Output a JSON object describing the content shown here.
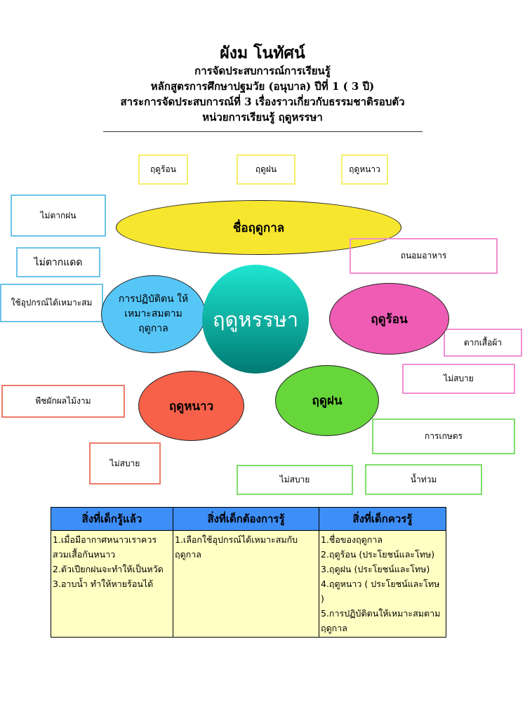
{
  "header": {
    "title": "ผังม โนทัศน์",
    "line1": "การจัดประสบการณ์การเรียนรู้",
    "line2": "หลักสูตรการศึกษาปฐมวัย  (อนุบาล) ปีที่ 1   ( 3 ปี)",
    "line3": "สาระการจัดประสบการณ์ที่ 3 เรื่องราวเกี่ยวกับธรรมชาติรอบตัว",
    "line4": "หน่วยการเรียนรู้ ฤดูหรรษา"
  },
  "center": "ฤดูหรรษา",
  "names": {
    "label": "ชื่อฤดูกาล",
    "items": [
      "ฤดูร้อน",
      "ฤดูฝน",
      "ฤดูหนาว"
    ]
  },
  "practice": {
    "label": "การปฏิบัติตน ให้เหมาะสมตาม ฤดูกาล",
    "items": [
      "ไม่ตากฝน",
      "ไม่ตากแดด",
      "ใช้อุปกรณ์ได้เหมาะสม"
    ]
  },
  "summer": {
    "label": "ฤดูร้อน",
    "items": [
      "ถนอมอาหาร",
      "ตากเสื้อผ้า",
      "ไม่สบาย"
    ]
  },
  "winter": {
    "label": "ฤดูหนาว",
    "items": [
      "พืชผักผลไม้งาม",
      "ไม่สบาย"
    ]
  },
  "rainy": {
    "label": "ฤดูฝน",
    "items": [
      "การเกษตร",
      "ไม่สบาย",
      "น้ำท่วม"
    ]
  },
  "colors": {
    "names": "#f7e62e",
    "practice": "#56c6f7",
    "summer": "#ee5cb4",
    "winter": "#f7614a",
    "rainy": "#66d63a",
    "center_top": "#1ee6d0",
    "center_bottom": "#007a72",
    "table_header": "#3e8ef7",
    "table_body": "#ffffc4"
  },
  "table": {
    "headers": [
      "สิ่งที่เด็กรู้แล้ว",
      "สิ่งที่เด็กต้องการรู้",
      "สิ่งที่เด็กควรรู้"
    ],
    "col1": [
      "1.เมื่อมีอากาศหนาวเราควรสวมเสื้อกันหนาว",
      "2.ตัวเปียกฝนจะทำให้เป็นหวัด",
      "3.อาบน้ำ ทำให้หายร้อนได้"
    ],
    "col2": [
      "1.เลือกใช้อุปกรณ์ได้เหมาะสมกับฤดูกาล"
    ],
    "col3": [
      "1.ชื่อของฤดูกาล",
      "2.ฤดูร้อน (ประโยชน์และโทษ)",
      "3.ฤดูฝน (ประโยชน์และโทษ)",
      "4.ฤดูหนาว ( ประโยชน์และโทษ )",
      "5.การปฏิบัติตนให้เหมาะสมตามฤดูกาล"
    ]
  }
}
